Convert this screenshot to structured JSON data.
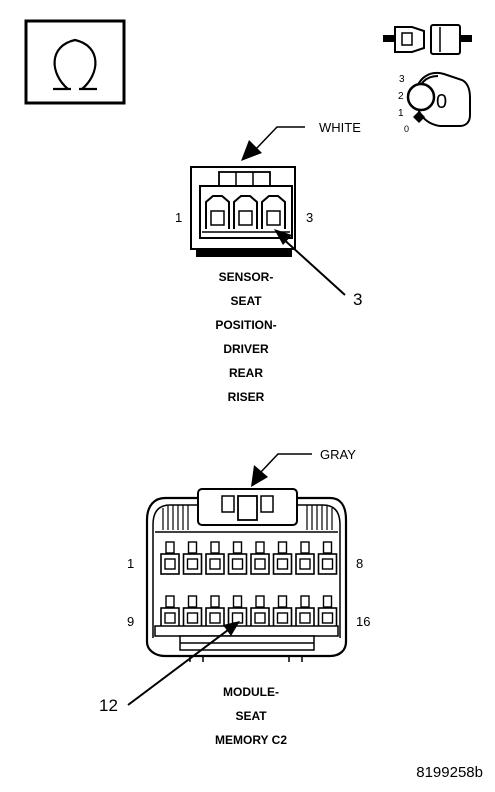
{
  "icons": {
    "meter": "ohmmeter-icon",
    "connector": "disconnect-connector-icon",
    "ignition": "ignition-off-icon"
  },
  "ignition": {
    "positions": [
      "3",
      "2",
      "1",
      "0"
    ],
    "key_label": "0"
  },
  "connector_a": {
    "color_label": "WHITE",
    "pin_left": "1",
    "pin_right": "3",
    "callout": "3",
    "name_lines": [
      "SENSOR-",
      "SEAT",
      "POSITION-",
      "DRIVER",
      "REAR",
      "RISER"
    ]
  },
  "connector_b": {
    "color_label": "GRAY",
    "pin_top_left": "1",
    "pin_top_right": "8",
    "pin_bottom_left": "9",
    "pin_bottom_right": "16",
    "callout": "12",
    "name_lines": [
      "MODULE-",
      "SEAT",
      "MEMORY C2"
    ]
  },
  "figure_id": "8199258b"
}
